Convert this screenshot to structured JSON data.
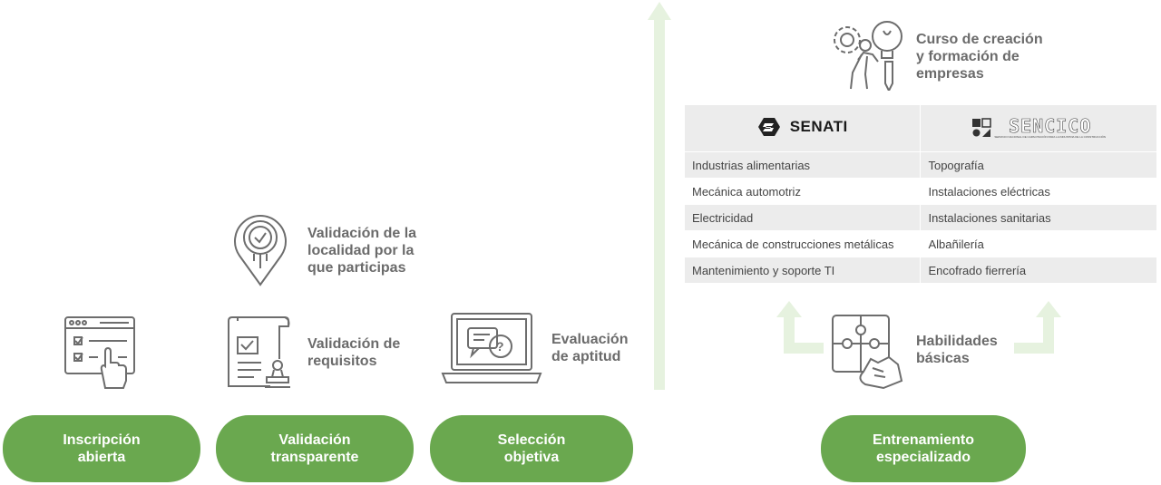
{
  "stages": [
    {
      "label": "Inscripción\nabierta",
      "icon": "browser-checklist-hand-icon"
    },
    {
      "label": "Validación\ntransparente",
      "icon": "document-stamp-icon"
    },
    {
      "label": "Selección\nobjetiva",
      "icon": "laptop-question-chat-icon"
    },
    {
      "label": "Entrenamiento\nespecializado",
      "icon": "puzzle-hand-icon"
    }
  ],
  "notes": {
    "locality": "Validación de la\nlocalidad por la\nque participas",
    "requirements": "Validación de\nrequisitos",
    "aptitude": "Evaluación\nde aptitud",
    "course": "Curso de creación\ny formación de\nempresas",
    "skills": "Habilidades\nbásicas"
  },
  "table": {
    "providers": [
      "SENATI",
      "SENCICO"
    ],
    "sencico_subtitle": "SERVICIO NACIONAL DE CAPACITACIÓN PARA LA INDUSTRIA DE LA CONSTRUCCIÓN",
    "rows": [
      [
        "Industrias alimentarias",
        "Topografía"
      ],
      [
        "Mecánica automotriz",
        "Instalaciones eléctricas"
      ],
      [
        "Electricidad",
        "Instalaciones sanitarias"
      ],
      [
        "Mecánica de construcciones metálicas",
        "Albañilería"
      ],
      [
        "Mantenimiento y soporte TI",
        "Encofrado fierrería"
      ]
    ]
  },
  "colors": {
    "accent": "#6aa84f",
    "arrow": "#e6f2df",
    "text": "#6b6b6b",
    "table_stripe": "#ececec"
  }
}
